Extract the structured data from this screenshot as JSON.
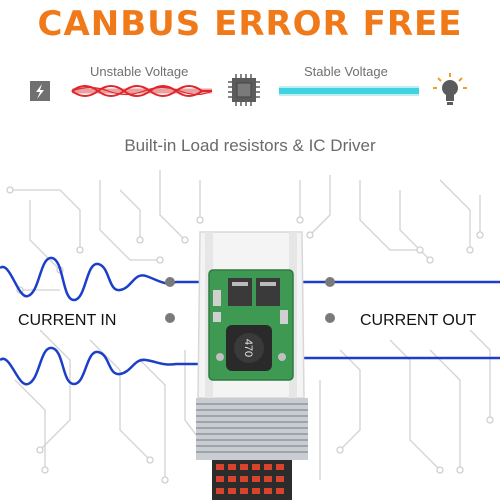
{
  "title": "CANBUS ERROR FREE",
  "unstable_label": "Unstable Voltage",
  "stable_label": "Stable Voltage",
  "subtitle": "Built-in Load resistors & IC Driver",
  "current_in": "CURRENT IN",
  "current_out": "CURRENT OUT",
  "inductor_label": "470",
  "icons": {
    "power": "lightning-icon",
    "chip": "chip-icon",
    "bulb": "light-bulb-icon"
  },
  "colors": {
    "title": "#f07a1a",
    "unstable_wave": "#e0262b",
    "stable_line": "#3ed3df",
    "current_wave": "#1c3fc9",
    "circuit": "#cfcfcf",
    "pcb": "#3e9a53"
  }
}
